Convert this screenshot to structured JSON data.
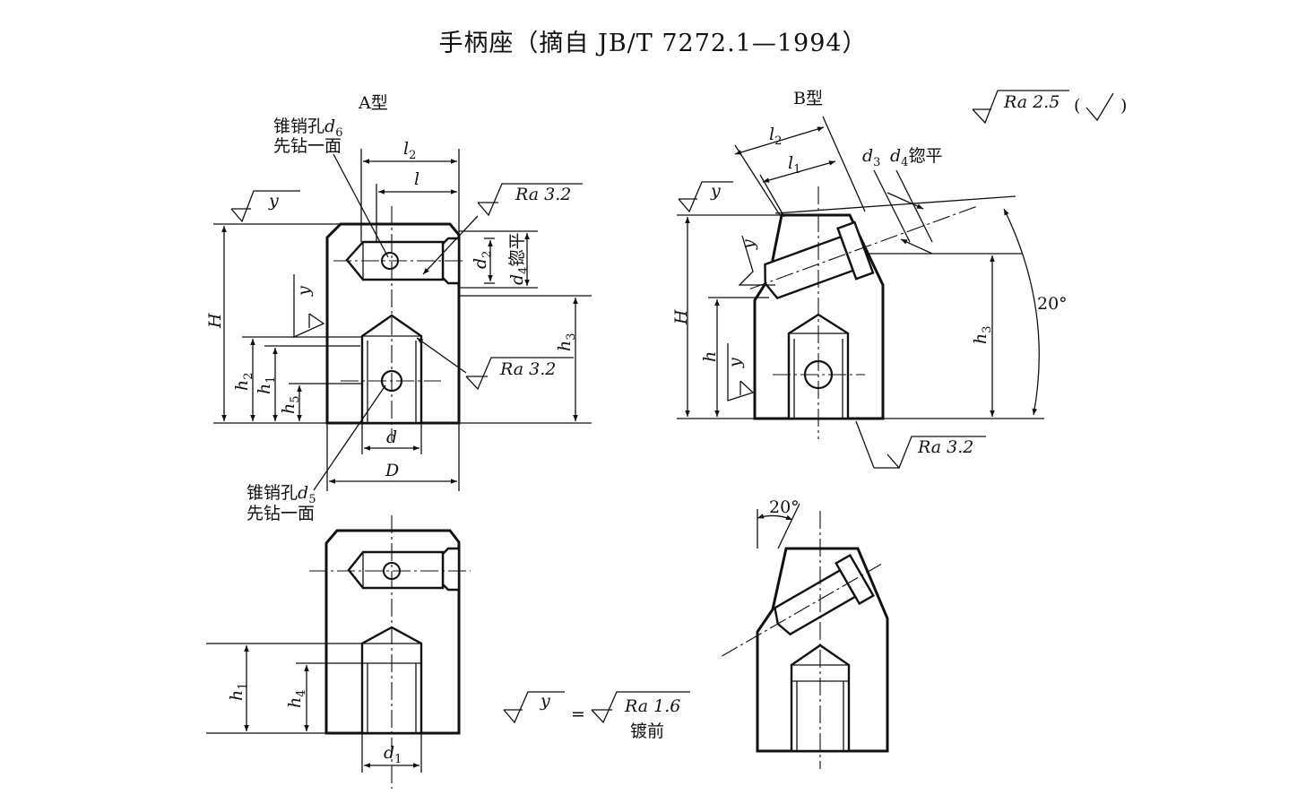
{
  "title": "手柄座（摘自 JB/T 7272.1—1994）",
  "view_a": {
    "type_label": "A型",
    "pin_hole_top": [
      "锥销孔",
      "d",
      "6",
      "先钻一面"
    ],
    "pin_hole_bottom": [
      "锥销孔",
      "d",
      "5",
      "先钻一面"
    ],
    "dim_l2": [
      "l",
      "2"
    ],
    "dim_l": "l",
    "dim_H": "H",
    "dim_h2": [
      "h",
      "2"
    ],
    "dim_h1": [
      "h",
      "1"
    ],
    "dim_h5": [
      "h",
      "5"
    ],
    "dim_h3": [
      "h",
      "3"
    ],
    "dim_d2": [
      "d",
      "2"
    ],
    "dim_d4": [
      "d",
      "4",
      "锪平"
    ],
    "dim_d": "d",
    "dim_D": "D",
    "rough_y": "y",
    "rough_ra1": "Ra 3.2",
    "rough_ra2": "Ra 3.2"
  },
  "view_b": {
    "type_label": "B型",
    "dim_l2": [
      "l",
      "2"
    ],
    "dim_l1": [
      "l",
      "1"
    ],
    "dim_d3": [
      "d",
      "3"
    ],
    "dim_d4": [
      "d",
      "4",
      "锪平"
    ],
    "dim_H": "H",
    "dim_h": "h",
    "dim_h3": [
      "h",
      "3"
    ],
    "angle": "20°",
    "rough_y": "y",
    "rough_ra": "Ra 3.2",
    "general_rough": [
      "Ra 2.5",
      "(",
      ")"
    ]
  },
  "view_c": {
    "dim_h1": [
      "h",
      "1"
    ],
    "dim_h4": [
      "h",
      "4"
    ],
    "dim_d1": [
      "d",
      "1"
    ]
  },
  "view_d": {
    "angle": "20°"
  },
  "note": {
    "y": "y",
    "equals": "=",
    "ra": "Ra 1.6",
    "plating": "镀前"
  }
}
